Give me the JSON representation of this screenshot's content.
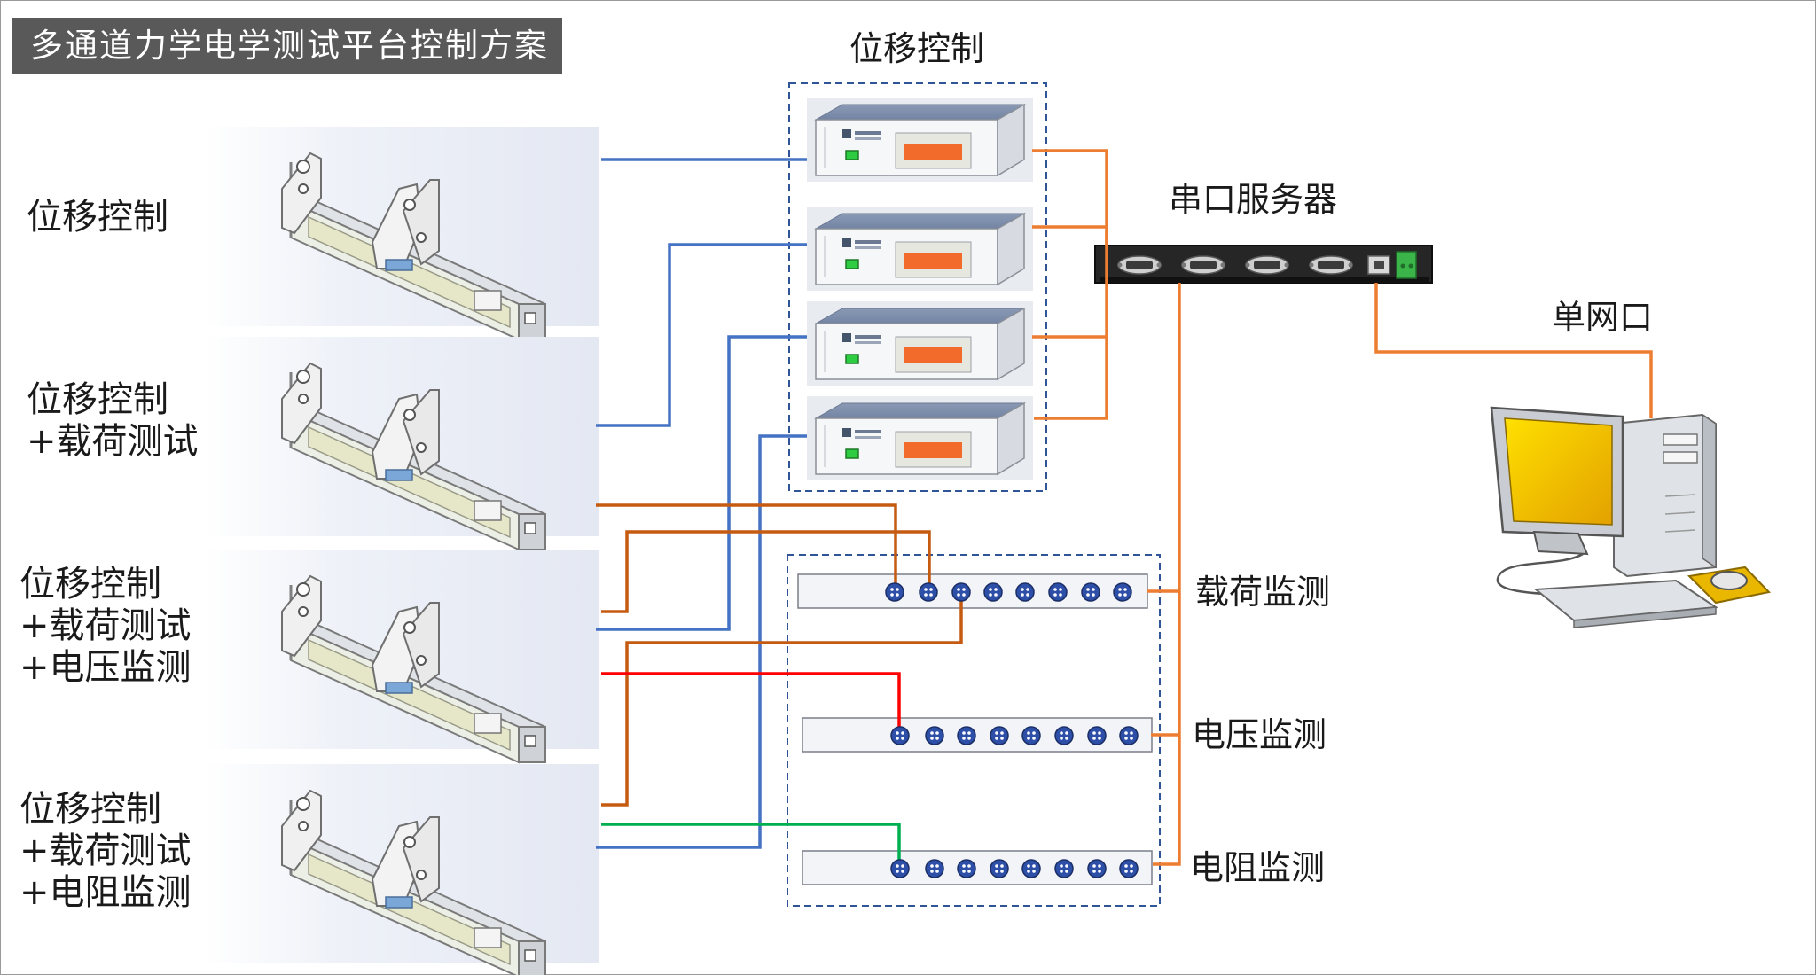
{
  "title": "多通道力学电学测试平台控制方案",
  "channels": [
    {
      "label": "位移控制"
    },
    {
      "label": "位移控制\n+载荷测试"
    },
    {
      "label": "位移控制\n+载荷测试\n+电压监测"
    },
    {
      "label": "位移控制\n+载荷测试\n+电阻监测"
    }
  ],
  "groups": {
    "displacement": "位移控制",
    "serial_server": "串口服务器",
    "network_port": "单网口",
    "load_monitor": "载荷监测",
    "voltage_monitor": "电压监测",
    "resistance_monitor": "电阻监测"
  },
  "colors": {
    "displacement_line": "#4472C4",
    "serial_line": "#ED7D31",
    "load_line": "#C55A11",
    "voltage_line": "#FF0000",
    "resistance_line": "#00B050",
    "title_bg": "#595959",
    "group_border": "#2F5597"
  },
  "icons": [
    "test-rig-icon",
    "controller-box-icon",
    "serial-server-icon",
    "rj45-port-icon",
    "terminal-block-icon",
    "monitor-strip-icon",
    "connector-icon",
    "computer-icon",
    "monitor-icon",
    "mouse-icon",
    "keyboard-icon",
    "tower-icon"
  ]
}
